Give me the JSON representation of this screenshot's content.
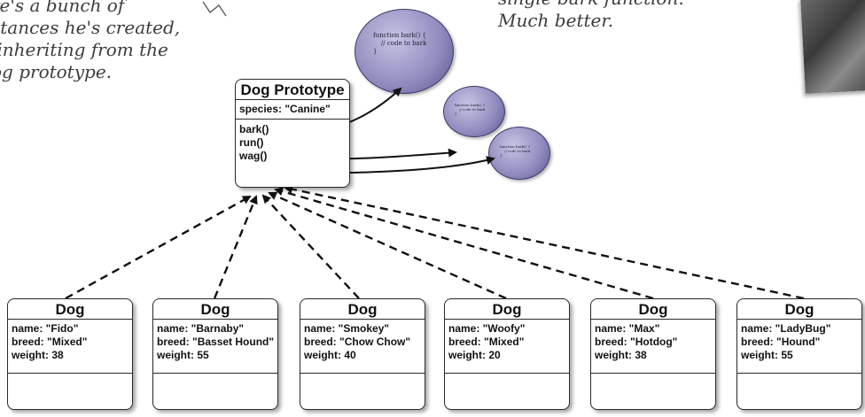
{
  "annotations": {
    "left_text": "re's a bunch of\nstances he's created,\n inheriting from the\nog prototype.",
    "right_text": "single bark function.\nMuch better."
  },
  "prototype": {
    "title": "Dog Prototype",
    "property": "species: \"Canine\"",
    "methods": [
      "bark()",
      "run()",
      "wag()"
    ]
  },
  "functions": {
    "large": "function bark() {\n    // code to bark\n}",
    "small_1": "function bark() {\n    // code to bark\n}",
    "small_2": "function bark() {\n    // code to bark\n}"
  },
  "dogs": [
    {
      "title": "Dog",
      "name": "name: \"Fido\"",
      "breed": "breed: \"Mixed\"",
      "weight": "weight: 38"
    },
    {
      "title": "Dog",
      "name": "name: \"Barnaby\"",
      "breed": "breed: \"Basset Hound\"",
      "weight": "weight: 55"
    },
    {
      "title": "Dog",
      "name": "name: \"Smokey\"",
      "breed": "breed: \"Chow Chow\"",
      "weight": "weight: 40"
    },
    {
      "title": "Dog",
      "name": "name: \"Woofy\"",
      "breed": "breed: \"Mixed\"",
      "weight": "weight: 20"
    },
    {
      "title": "Dog",
      "name": "name: \"Max\"",
      "breed": "breed: \"Hotdog\"",
      "weight": "weight: 38"
    },
    {
      "title": "Dog",
      "name": "name: \"LadyBug\"",
      "breed": "breed: \"Hound\"",
      "weight": "weight: 55"
    }
  ],
  "colors": {
    "arrow": "#111111",
    "blob": "#8f8abd"
  }
}
